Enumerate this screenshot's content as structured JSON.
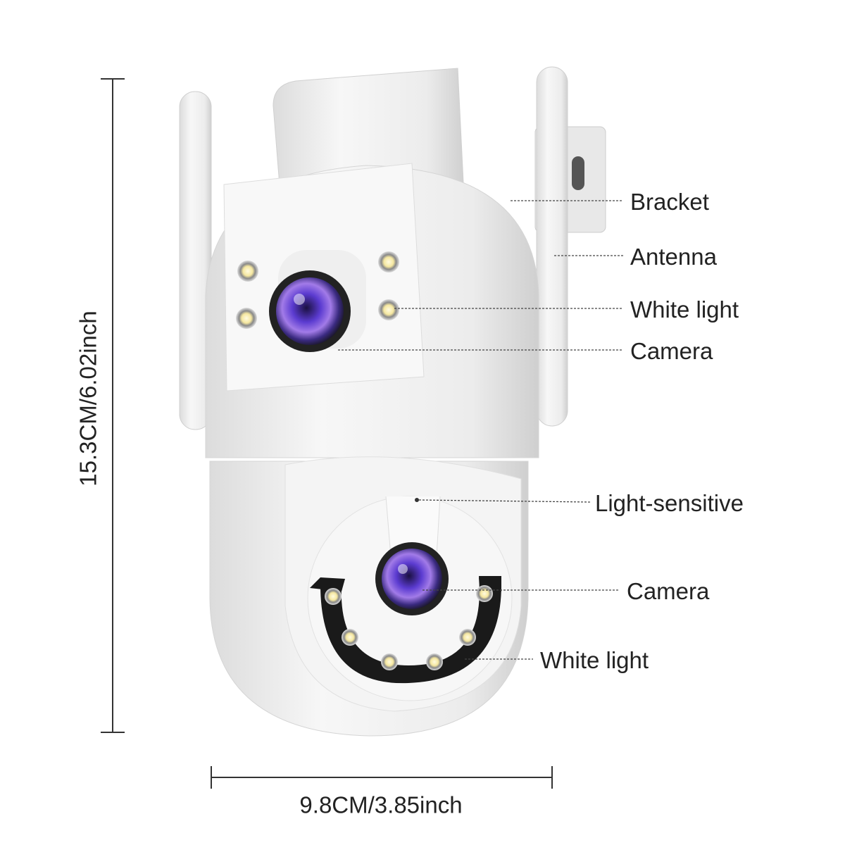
{
  "dimensions": {
    "height_label": "15.3CM/6.02inch",
    "width_label": "9.8CM/3.85inch"
  },
  "callouts": [
    {
      "id": "bracket",
      "label": "Bracket"
    },
    {
      "id": "antenna",
      "label": "Antenna"
    },
    {
      "id": "white-light-upper",
      "label": "White light"
    },
    {
      "id": "camera-upper",
      "label": "Camera"
    },
    {
      "id": "light-sensitive",
      "label": "Light-sensitive"
    },
    {
      "id": "camera-lower",
      "label": "Camera"
    },
    {
      "id": "white-light-lower",
      "label": "White light"
    }
  ],
  "colors": {
    "body": "#f2f2f2",
    "shade": "#d9d9d9",
    "lens": "#6a3fc8",
    "ring": "#1a1a1a",
    "text": "#222222"
  }
}
